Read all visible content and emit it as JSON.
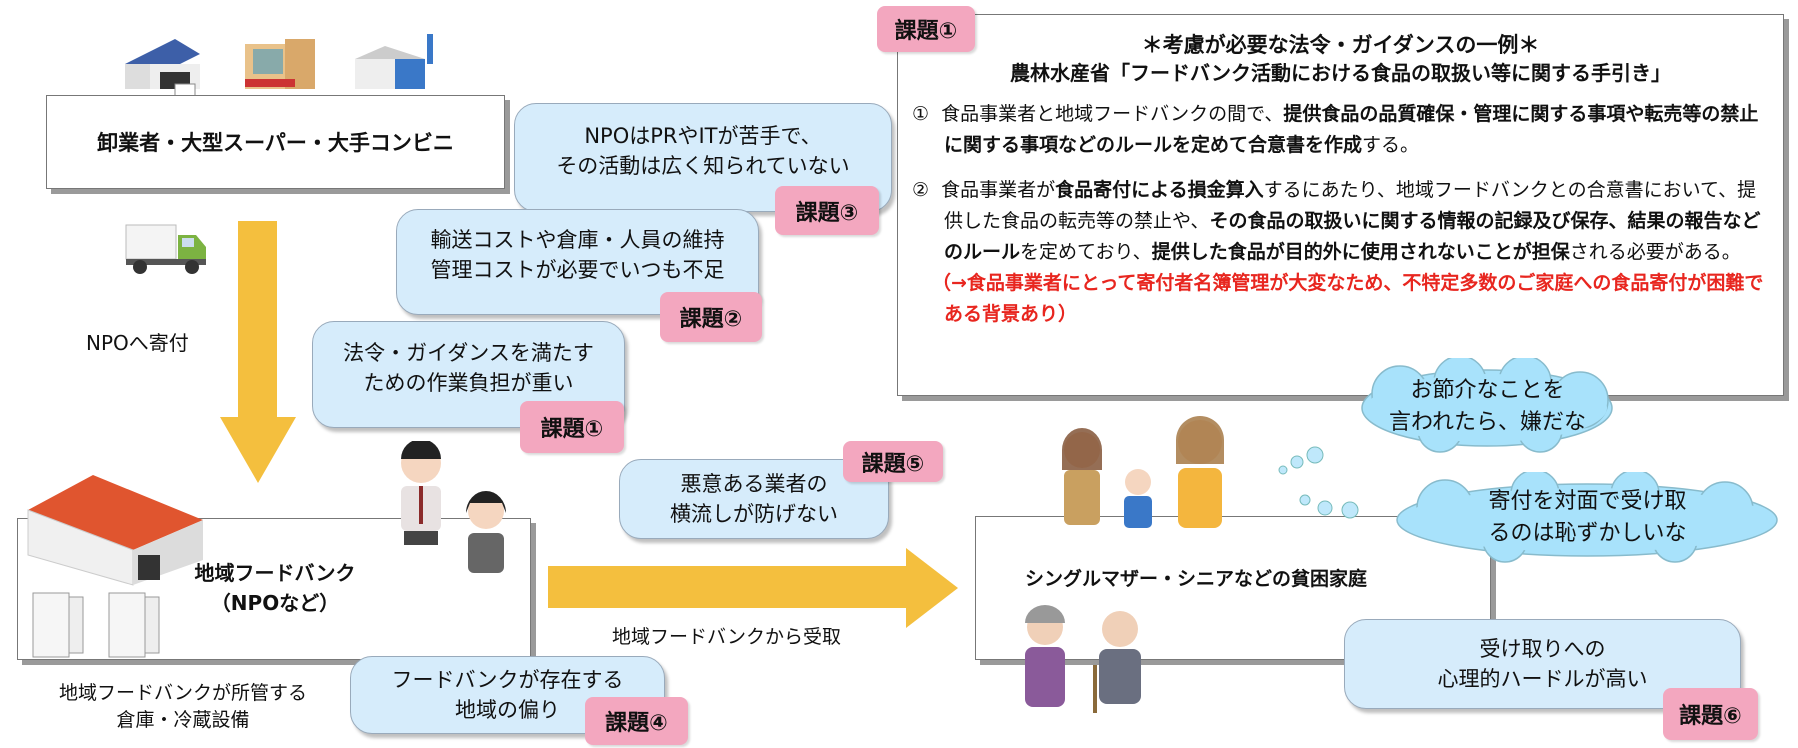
{
  "supplier": {
    "label": "卸業者・大型スーパー・大手コンビニ"
  },
  "donate_label": "NPOへ寄付",
  "foodbank": {
    "label_line1": "地域フードバンク",
    "label_line2": "（NPOなど）",
    "caption_line1": "地域フードバンクが所管する",
    "caption_line2": "倉庫・冷蔵設備"
  },
  "receive_label": "地域フードバンクから受取",
  "family": {
    "label": "シングルマザー・シニアなどの貧困家庭"
  },
  "issues": [
    {
      "lines": [
        "法令・ガイダンスを満たす",
        "ための作業負担が重い"
      ],
      "badge": "課題①"
    },
    {
      "lines": [
        "輸送コストや倉庫・人員の維持",
        "管理コストが必要でいつも不足"
      ],
      "badge": "課題②"
    },
    {
      "lines": [
        "NPOはPRやITが苦手で、",
        "その活動は広く知られていない"
      ],
      "badge": "課題③"
    },
    {
      "lines": [
        "フードバンクが存在する",
        "地域の偏り"
      ],
      "badge": "課題④"
    },
    {
      "lines": [
        "悪意ある業者の",
        "横流しが防げない"
      ],
      "badge": "課題⑤"
    },
    {
      "lines": [
        "受け取りへの",
        "心理的ハードルが高い"
      ],
      "badge": "課題⑥"
    }
  ],
  "thoughts": [
    {
      "lines": [
        "お節介なことを",
        "言われたら、嫌だな"
      ]
    },
    {
      "lines": [
        "寄付を対面で受け取",
        "るのは恥ずかしいな"
      ]
    }
  ],
  "guidance": {
    "badge": "課題①",
    "title": "＊考慮が必要な法令・ガイダンスの一例＊",
    "subtitle": "農林水産省「フードバンク活動における食品の取扱い等に関する手引き」",
    "item1": {
      "num": "①",
      "a": "食品事業者と地域フードバンクの間で、",
      "b": "提供食品の品質確保・管理に関する事項や転売等の禁止に関する事項などのルールを定めて合意書を作成",
      "c": "する。"
    },
    "item2": {
      "num": "②",
      "a": "食品事業者が",
      "b": "食品寄付による損金算入",
      "c": "するにあたり、地域フードバンクとの合意書において、提供した食品の転売等の禁止や、",
      "d": "その食品の取扱いに関する情報の記録及び保存、結果の報告などのルール",
      "e": "を定めており、",
      "f": "提供した食品が目的外に使用されないことが担保",
      "g": "される必要がある。"
    },
    "note": "（→食品事業者にとって寄付者名簿管理が大変なため、不特定多数のご家庭への食品寄付が困難である背景あり）"
  },
  "colors": {
    "arrow": "#f4bf3e",
    "bubble": "#d6ecfb",
    "badge": "#f3a7bf",
    "note": "#e8261f"
  }
}
